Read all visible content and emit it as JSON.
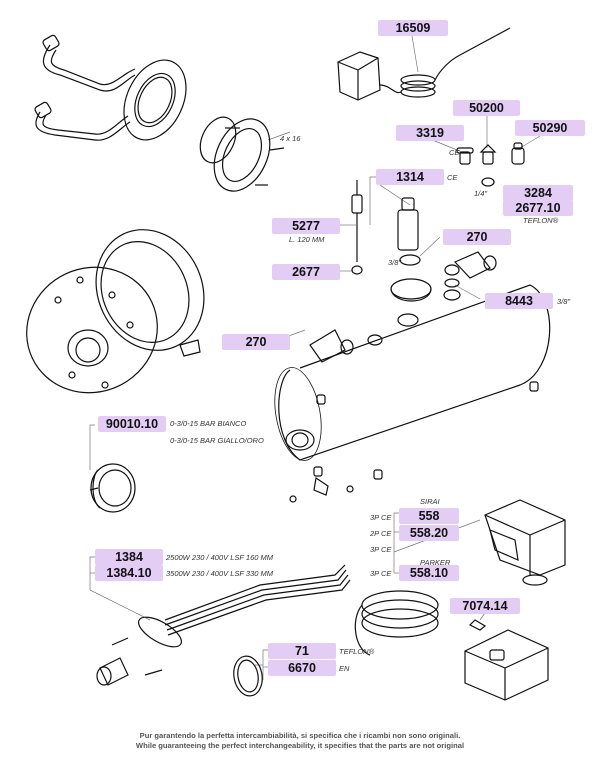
{
  "diagram": {
    "title": "Boiler exploded parts diagram",
    "accent_label_color": "#e4cdf4",
    "labels": {
      "thermostat": "16509",
      "valve_a": "50200",
      "valve_b": "50290",
      "valve_c": "3319",
      "valve_c_note": "CE",
      "gasket_quarter": "3284",
      "gasket_quarter_teflon": "2677.10",
      "gasket_quarter_size": "1/4\"",
      "teflon_note_1": "TEFLON®",
      "level_probe": "1314",
      "level_probe_note": "CE",
      "probe": "5277",
      "probe_length": "L. 120 MM",
      "gasket_2677": "2677",
      "gasket_270_top": "270",
      "gasket_270_size": "3/8\"",
      "fitting_8443": "8443",
      "fitting_8443_size": "3/8\"",
      "gasket_270_left": "270",
      "screws": "4 x 16",
      "manometer": "90010.10",
      "manometer_note_1": "0-3/0-15  BAR  BIANCO",
      "manometer_note_2": "0-3/0-15  BAR  GIALLO/ORO",
      "pressostat_brand_1": "SIRAI",
      "pressostat_1": "558",
      "pressostat_1_note": "3P CE",
      "pressostat_2": "558.20",
      "pressostat_2_note": "2P CE",
      "pressostat_3_note": "3P CE",
      "pressostat_brand_2": "PARKER",
      "pressostat_4": "558.10",
      "pressostat_4_note": "3P CE",
      "heater_1": "1384",
      "heater_1_note": "2500W   230 / 400V   LSF 160 MM",
      "heater_2": "1384.10",
      "heater_2_note": "3500W   230 / 400V   LSF 330 MM",
      "gasket_71": "71",
      "gasket_71_note": "TEFLON®",
      "gasket_6670": "6670",
      "gasket_6670_note": "EN",
      "relay": "7074.14"
    },
    "footer_it": "Pur garantendo la perfetta intercambiabilità, si specifica che i ricambi non sono originali.",
    "footer_en": "While guaranteeing the perfect interchangeability, it specifies that the parts are not original"
  }
}
